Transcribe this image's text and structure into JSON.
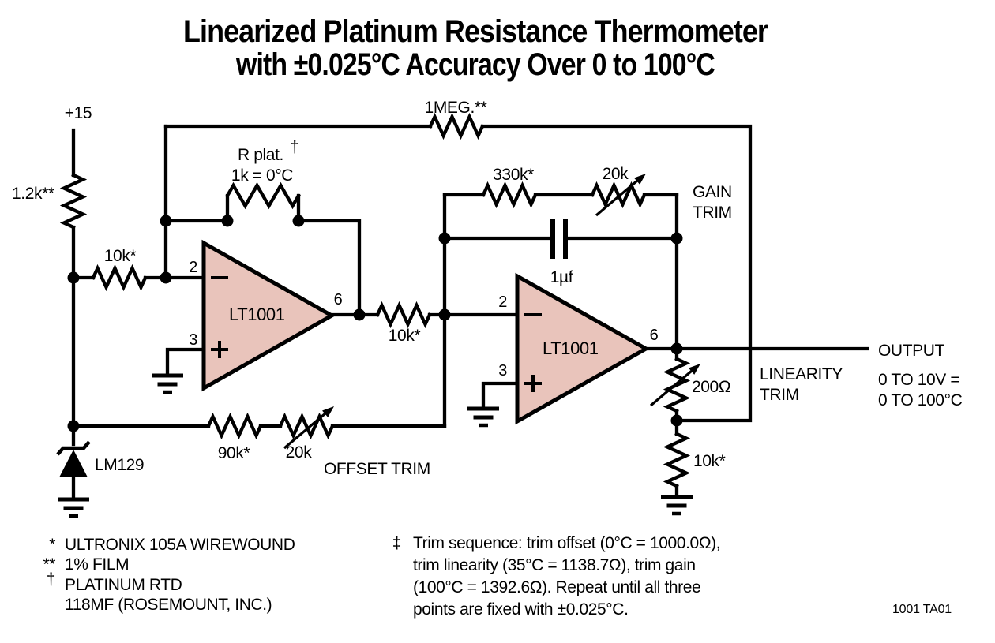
{
  "title": {
    "line1": "Linearized Platinum Resistance Thermometer",
    "line2": "with ±0.025°C Accuracy Over 0 to 100°C"
  },
  "power": {
    "supply_label": "+15"
  },
  "components": {
    "r_bias": "1.2k**",
    "r_input": "10k*",
    "r_plat_name": "R plat.",
    "r_plat_dagger": "†",
    "r_plat_value": "1k = 0°C",
    "r_feedback_meg": "1MEG.**",
    "r_330k": "330k*",
    "pot_gain": "20k",
    "cap_value": "1µf",
    "r_interstage": "10k*",
    "pot_linearity": "200Ω",
    "r_divider": "10k*",
    "r_offset": "90k*",
    "pot_offset": "20k",
    "zener": "LM129"
  },
  "opamps": {
    "a1": {
      "label": "LT1001",
      "pin_inv": "2",
      "pin_noninv": "3",
      "pin_out": "6"
    },
    "a2": {
      "label": "LT1001",
      "pin_inv": "2",
      "pin_noninv": "3",
      "pin_out": "6"
    }
  },
  "labels": {
    "gain_trim_line1": "GAIN",
    "gain_trim_line2": "TRIM",
    "linearity_trim_line1": "LINEARITY",
    "linearity_trim_line2": "TRIM",
    "offset_trim": "OFFSET TRIM",
    "output": "OUTPUT",
    "output_range_line1": "0 TO 10V =",
    "output_range_line2": "0 TO 100°C"
  },
  "notes_left": [
    {
      "marker": "*",
      "text": "ULTRONIX 105A WIREWOUND"
    },
    {
      "marker": "**",
      "text": "1% FILM"
    },
    {
      "marker": "†",
      "text": "PLATINUM RTD"
    },
    {
      "marker": "",
      "text": "118MF (ROSEMOUNT, INC.)"
    }
  ],
  "notes_right": {
    "marker": "‡",
    "line1": "Trim sequence: trim offset (0°C = 1000.0Ω),",
    "line2": "trim linearity (35°C = 1138.7Ω), trim gain",
    "line3": "(100°C = 1392.6Ω). Repeat until all three",
    "line4": "points are fixed with ±0.025°C."
  },
  "footer": {
    "doc_id": "1001 TA01"
  },
  "colors": {
    "ink": "#000000",
    "opamp_fill": "#e9c4bb",
    "background": "#ffffff"
  }
}
